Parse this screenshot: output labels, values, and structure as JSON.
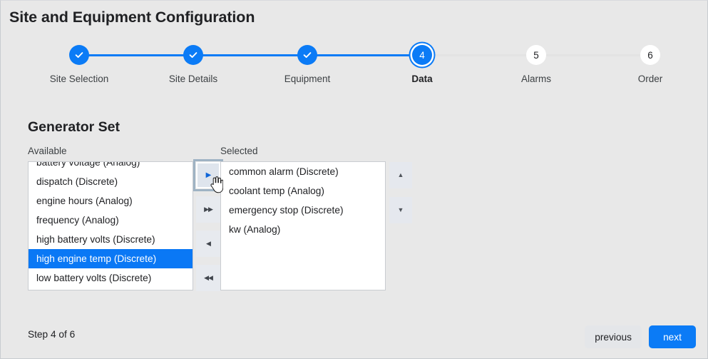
{
  "header": {
    "title": "Site and Equipment Configuration"
  },
  "stepper": {
    "steps": [
      {
        "number": "1",
        "label": "Site Selection",
        "state": "done",
        "glyph": "check-icon"
      },
      {
        "number": "2",
        "label": "Site Details",
        "state": "done",
        "glyph": "check-icon"
      },
      {
        "number": "3",
        "label": "Equipment",
        "state": "done",
        "glyph": "check-icon"
      },
      {
        "number": "4",
        "label": "Data",
        "state": "active",
        "glyph": ""
      },
      {
        "number": "5",
        "label": "Alarms",
        "state": "todo",
        "glyph": ""
      },
      {
        "number": "6",
        "label": "Order",
        "state": "todo",
        "glyph": ""
      }
    ],
    "colors": {
      "accent": "#0b7bf6",
      "line_filled": "#0b7bf6",
      "line_empty": "#e3e3e3"
    }
  },
  "main": {
    "section_title": "Generator Set",
    "available": {
      "label": "Available",
      "items": [
        {
          "text": "battery voltage (Analog)",
          "selected": false
        },
        {
          "text": "dispatch (Discrete)",
          "selected": false
        },
        {
          "text": "engine hours (Analog)",
          "selected": false
        },
        {
          "text": "frequency (Analog)",
          "selected": false
        },
        {
          "text": "high battery volts (Discrete)",
          "selected": false
        },
        {
          "text": "high engine temp (Discrete)",
          "selected": true
        },
        {
          "text": "low battery volts (Discrete)",
          "selected": false
        }
      ]
    },
    "selected": {
      "label": "Selected",
      "items": [
        {
          "text": "common alarm (Discrete)",
          "selected": false
        },
        {
          "text": "coolant temp (Analog)",
          "selected": false
        },
        {
          "text": "emergency stop (Discrete)",
          "selected": false
        },
        {
          "text": "kw (Analog)",
          "selected": false
        }
      ]
    },
    "transfer_buttons": [
      {
        "name": "move-right",
        "glyph": "▶",
        "style": "blue",
        "focused": true
      },
      {
        "name": "move-all-right",
        "glyph": "▶▶",
        "style": "dark",
        "focused": false
      },
      {
        "name": "move-left",
        "glyph": "◀",
        "style": "dark",
        "focused": false
      },
      {
        "name": "move-all-left",
        "glyph": "◀◀",
        "style": "dark",
        "focused": false
      }
    ],
    "order_buttons": [
      {
        "name": "move-up",
        "glyph": "▲"
      },
      {
        "name": "move-down",
        "glyph": "▼"
      }
    ]
  },
  "footer": {
    "step_counter": "Step 4 of 6",
    "previous_label": "previous",
    "next_label": "next",
    "next_color": "#0b7bf6"
  }
}
